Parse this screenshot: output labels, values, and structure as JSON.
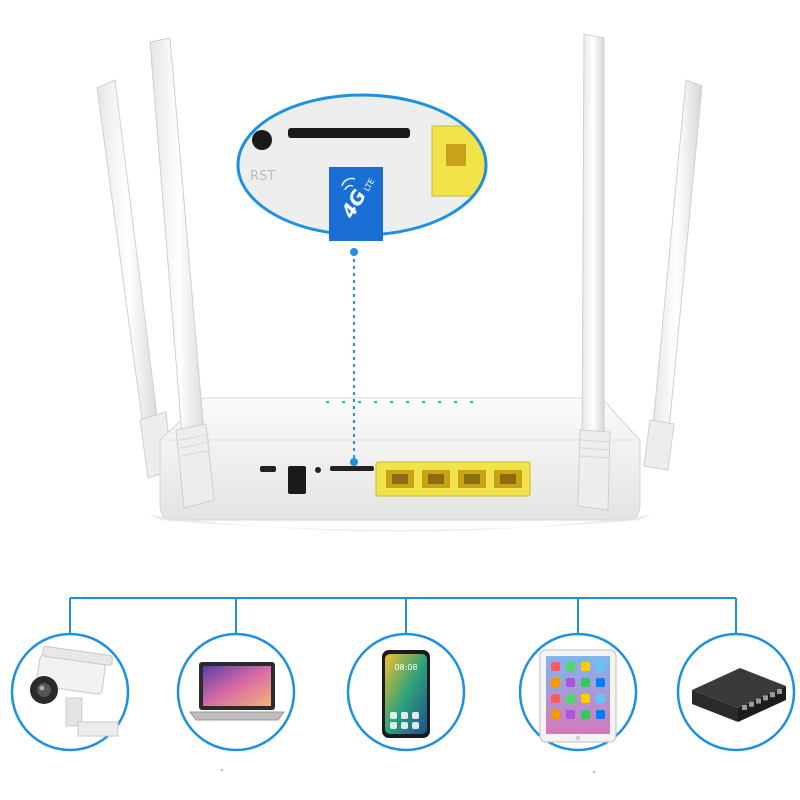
{
  "badge": {
    "main": "4G",
    "sub": "LTE"
  },
  "magnifier": {
    "port_label": "RST"
  },
  "colors": {
    "accent": "#1e90e0",
    "badge": "#1a6fd6",
    "lan_port": "#f2e34a",
    "router_body": "#f4f4f4"
  },
  "router": {
    "lan_ports": 4,
    "leds": 10
  },
  "devices": [
    {
      "name": "security-camera-icon"
    },
    {
      "name": "laptop-icon"
    },
    {
      "name": "smartphone-icon"
    },
    {
      "name": "tablet-icon"
    },
    {
      "name": "network-switch-icon"
    }
  ],
  "phone_clock": "08:08"
}
